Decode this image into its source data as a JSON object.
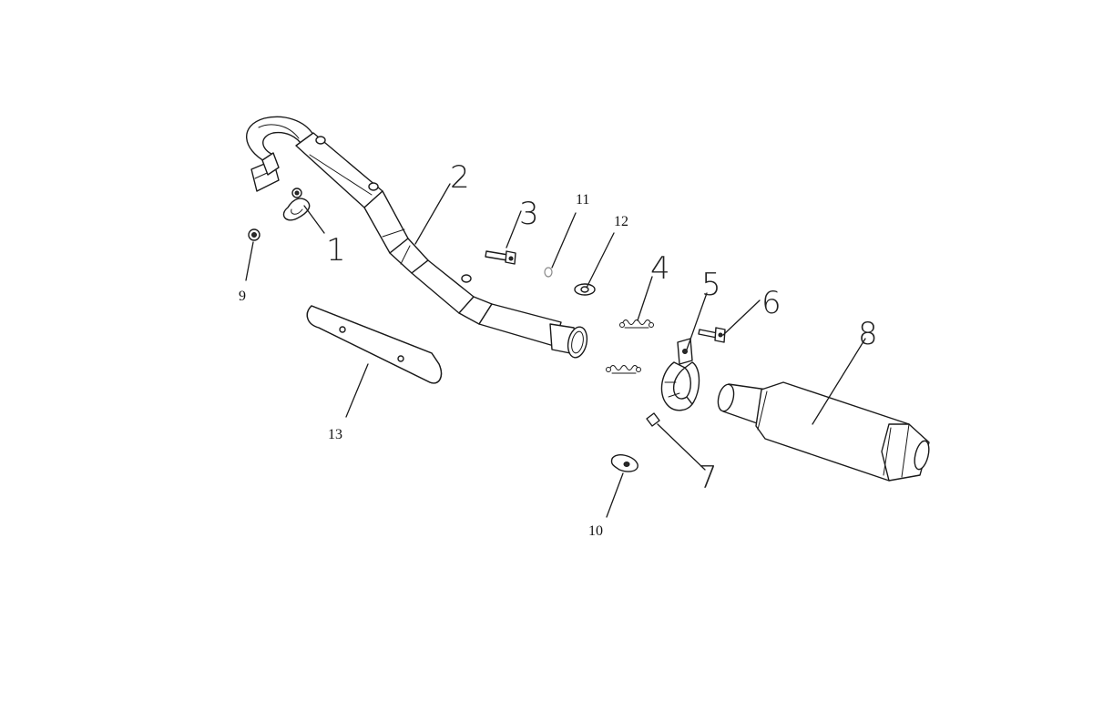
{
  "labels": {
    "l1": "1",
    "l2": "2",
    "l3": "3",
    "l4": "4",
    "l5": "5",
    "l6": "6",
    "l7": "7",
    "l8": "8",
    "l9": "9",
    "l10": "10",
    "l11": "11",
    "l12": "12",
    "l13": "13"
  },
  "icons": {
    "exhaust_pipe": "exhaust-header-pipe",
    "muffler": "muffler",
    "heat_shield": "heat-shield",
    "gasket": "gasket",
    "spring": "spring",
    "clamp": "clamp",
    "bolt": "bolt",
    "nut": "nut",
    "washer": "washer",
    "rubber_bush": "rubber-bush"
  },
  "colors": {
    "line": "#1a1a1a",
    "background": "#ffffff"
  }
}
